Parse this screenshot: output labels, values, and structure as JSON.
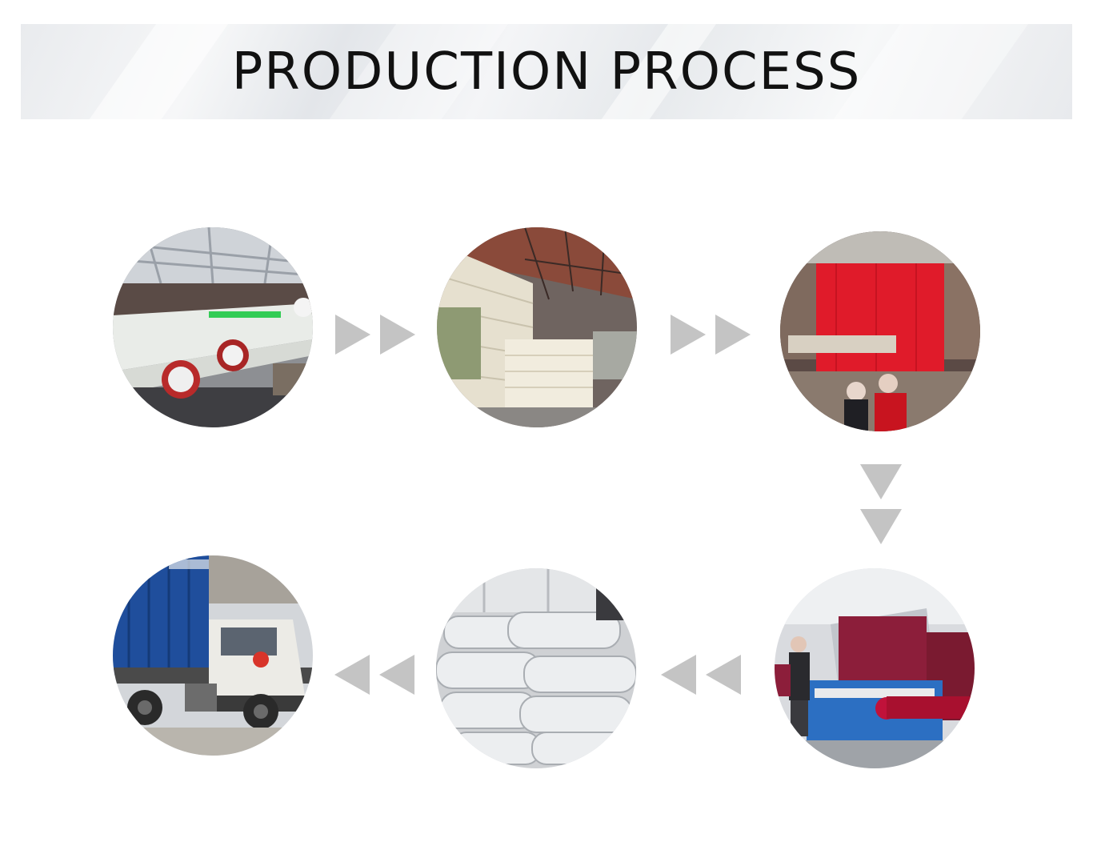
{
  "header": {
    "title": "PRODUCTION PROCESS"
  },
  "steps": [
    {
      "icon": "weaving-looms-photo"
    },
    {
      "icon": "greige-fabric-rolls-photo"
    },
    {
      "icon": "red-fabric-dyeing-photo"
    },
    {
      "icon": "fabric-inspection-machine-photo"
    },
    {
      "icon": "packed-fabric-rolls-photo"
    },
    {
      "icon": "container-truck-shipping-photo"
    }
  ],
  "colors": {
    "arrow": "#c4c4c4",
    "banner": "#eceef1",
    "title": "#111111"
  }
}
